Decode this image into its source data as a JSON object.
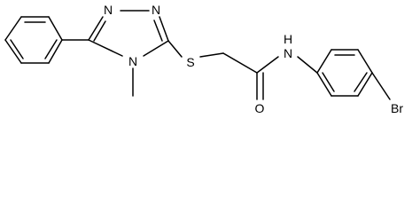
{
  "molecule": {
    "atoms": {
      "n_triazole_1": "N",
      "n_triazole_2": "N",
      "n_triazole_4": "N",
      "methyl": "",
      "sulfur": "S",
      "carbonyl_oxygen": "O",
      "amide_nitrogen": "N",
      "amide_hydrogen": "H",
      "bromine": "Br"
    }
  }
}
